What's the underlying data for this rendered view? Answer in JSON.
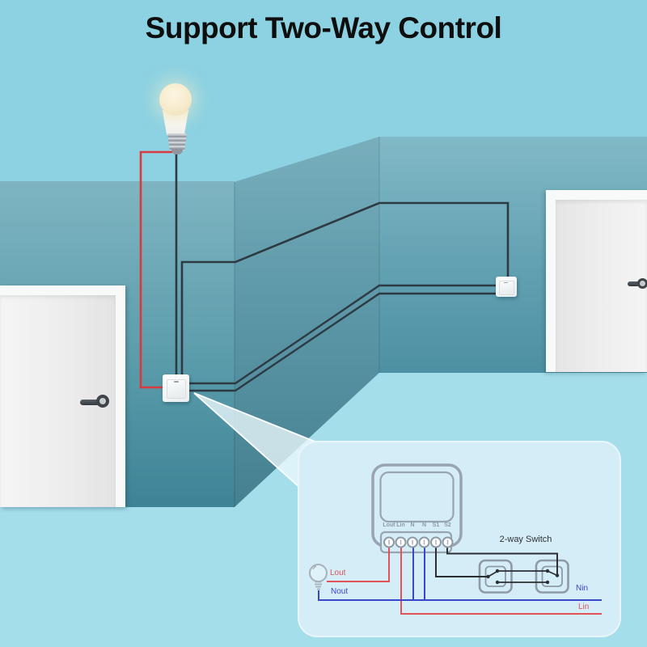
{
  "title": "Support Two-Way Control",
  "scene": {
    "elements": [
      "light-bulb",
      "left-door",
      "right-door",
      "wall-switch-1",
      "wall-switch-2",
      "live-wire",
      "neutral-wire",
      "traveler-wires",
      "magnifier-beam"
    ]
  },
  "callout": {
    "terminal_labels": [
      "Lout",
      "Lin",
      "N",
      "N",
      "S1",
      "S2"
    ],
    "wire_labels": {
      "lout": "Lout",
      "nout": "Nout",
      "nin": "Nin",
      "lin": "Lin"
    },
    "switch_label": "2-way Switch",
    "icons": [
      "smart-switch-module-icon",
      "bulb-icon",
      "two-way-switch-symbols"
    ]
  },
  "colors": {
    "background": "#8DD2E2",
    "floor": "#A5DEEB",
    "wall_top": "#7FB5C2",
    "wall_bottom": "#3D8396",
    "panel": "#D5EDF7",
    "live_wire_red": "#D93A3F",
    "neutral_wire_blue": "#3946CE",
    "signal_wire_dark": "#2E3A42",
    "diagram_gray": "#98A4B1",
    "title_text": "#0E0E0E"
  }
}
